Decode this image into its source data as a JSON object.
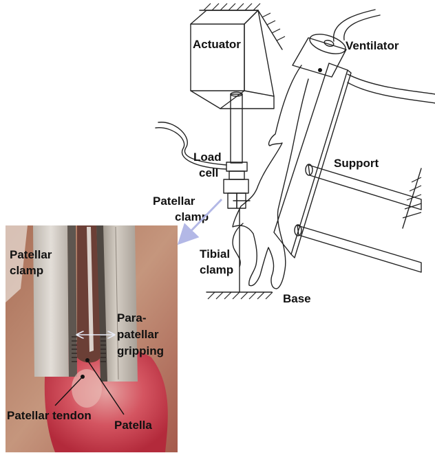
{
  "labels": {
    "actuator": "Actuator",
    "ventilator": "Ventilator",
    "load": "Load",
    "cell": "cell",
    "support": "Support",
    "patellar_clamp_top": "Patellar",
    "clamp_top": "clamp",
    "tibial": "Tibial",
    "tibial_clamp": "clamp",
    "base": "Base",
    "photo_patellar": "Patellar",
    "photo_clamp": "clamp",
    "para": "Para-",
    "patellar2": "patellar",
    "gripping": "gripping",
    "patellar_tendon": "Patellar tendon",
    "patella": "Patella"
  },
  "colors": {
    "arrow": "#b3b8e6",
    "tissue": "#c8424f",
    "clamp_metal": "#cfc9c3"
  }
}
